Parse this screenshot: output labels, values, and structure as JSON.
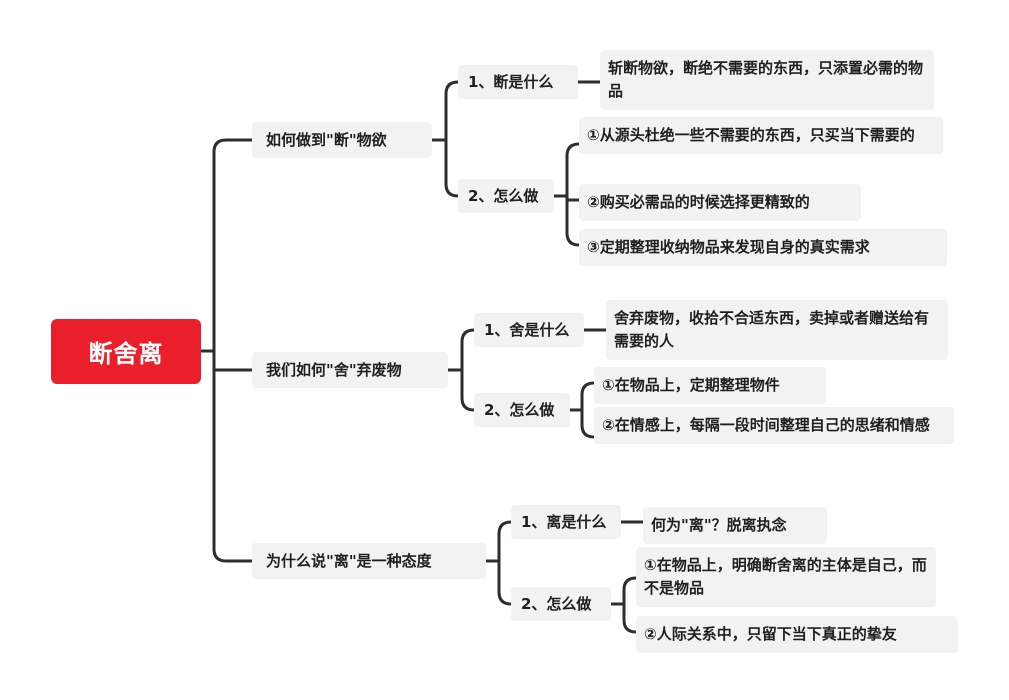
{
  "root": "断舍离",
  "branches": [
    {
      "label": "如何做到\"断\"物欲",
      "children": [
        {
          "label": "1、断是什么",
          "leaves": [
            "斩断物欲，断绝不需要的东西，只添置必需的物品"
          ]
        },
        {
          "label": "2、怎么做",
          "leaves": [
            "①从源头杜绝一些不需要的东西，只买当下需要的",
            "②购买必需品的时候选择更精致的",
            "③定期整理收纳物品来发现自身的真实需求"
          ]
        }
      ]
    },
    {
      "label": "我们如何\"舍\"弃废物",
      "children": [
        {
          "label": "1、舍是什么",
          "leaves": [
            "舍弃废物，收拾不合适东西，卖掉或者赠送给有需要的人"
          ]
        },
        {
          "label": "2、怎么做",
          "leaves": [
            "①在物品上，定期整理物件",
            "②在情感上，每隔一段时间整理自己的思绪和情感"
          ]
        }
      ]
    },
    {
      "label": "为什么说\"离\"是一种态度",
      "children": [
        {
          "label": "1、离是什么",
          "leaves": [
            "何为\"离\"？脱离执念"
          ]
        },
        {
          "label": "2、怎么做",
          "leaves": [
            "①在物品上，明确断舍离的主体是自己，而不是物品",
            "②人际关系中，只留下当下真正的挚友"
          ]
        }
      ]
    }
  ]
}
